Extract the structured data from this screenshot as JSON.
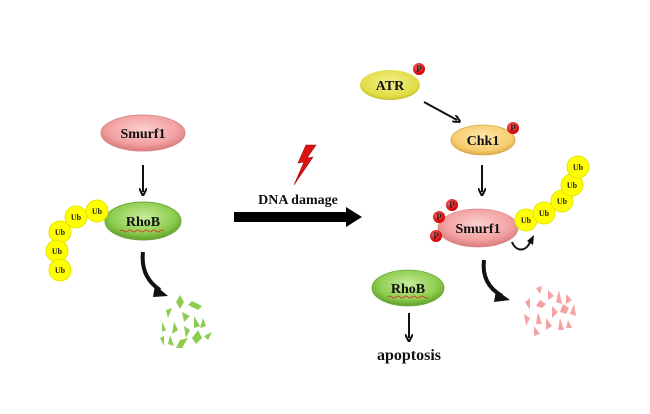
{
  "left": {
    "smurf1": "Smurf1",
    "rhob": "RhoB",
    "ub_label": "Ub"
  },
  "middle": {
    "stimulus": "DNA damage"
  },
  "right": {
    "atr": "ATR",
    "chk1": "Chk1",
    "smurf1": "Smurf1",
    "rhob": "RhoB",
    "outcome": "apoptosis",
    "phospho_label": "P",
    "ub_label": "Ub"
  },
  "colors": {
    "smurf1": "#f4a3a3",
    "rhob": "#8ccd4f",
    "atr": "#e3e04a",
    "chk1": "#f7cf72",
    "ubiquitin": "#ffff00",
    "phospho": "#ee1111",
    "lightning": "#dd1111"
  }
}
